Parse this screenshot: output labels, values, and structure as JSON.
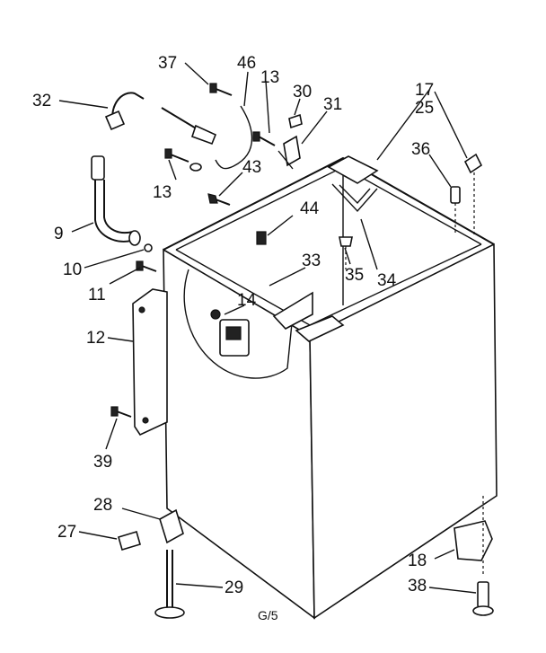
{
  "diagram": {
    "callouts": [
      {
        "id": "c37",
        "text": "37"
      },
      {
        "id": "c46",
        "text": "46"
      },
      {
        "id": "c13a",
        "text": "13"
      },
      {
        "id": "c30",
        "text": "30"
      },
      {
        "id": "c31",
        "text": "31"
      },
      {
        "id": "c17",
        "text": "17"
      },
      {
        "id": "c25",
        "text": "25"
      },
      {
        "id": "c32",
        "text": "32"
      },
      {
        "id": "c36",
        "text": "36"
      },
      {
        "id": "c43",
        "text": "43"
      },
      {
        "id": "c13b",
        "text": "13"
      },
      {
        "id": "c44",
        "text": "44"
      },
      {
        "id": "c9",
        "text": "9"
      },
      {
        "id": "c10",
        "text": "10"
      },
      {
        "id": "c33",
        "text": "33"
      },
      {
        "id": "c35",
        "text": "35"
      },
      {
        "id": "c34",
        "text": "34"
      },
      {
        "id": "c11",
        "text": "11"
      },
      {
        "id": "c14",
        "text": "14"
      },
      {
        "id": "c12",
        "text": "12"
      },
      {
        "id": "c39",
        "text": "39"
      },
      {
        "id": "c28",
        "text": "28"
      },
      {
        "id": "c27",
        "text": "27"
      },
      {
        "id": "c18",
        "text": "18"
      },
      {
        "id": "c29",
        "text": "29"
      },
      {
        "id": "c38",
        "text": "38"
      }
    ],
    "footer_code": "G/5",
    "colors": {
      "ink": "#111111",
      "paper": "#ffffff"
    }
  }
}
